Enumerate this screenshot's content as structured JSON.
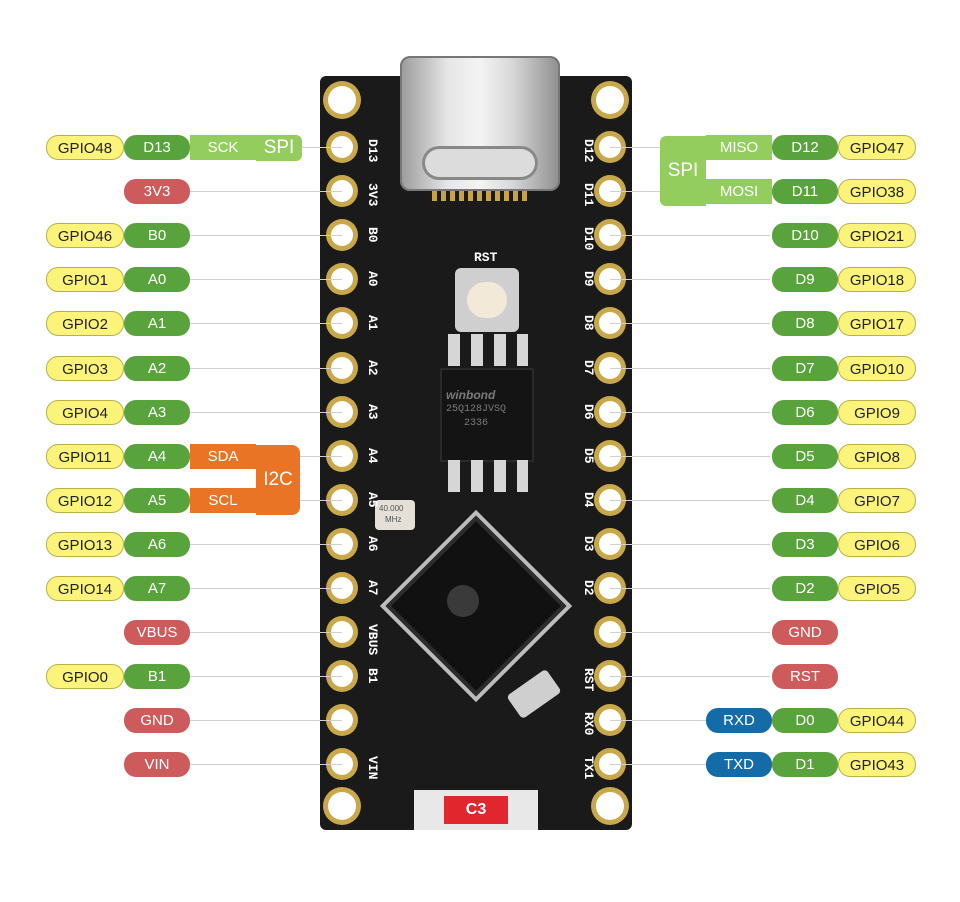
{
  "colors": {
    "gpio": "#fbf37a",
    "digital": "#58a33b",
    "analog": "#58a33b",
    "power": "#cd5b5b",
    "i2c": "#ea7426",
    "spi": "#93cd5e",
    "uart": "#136ba7",
    "pcb": "#1a1a1a",
    "pad": "#c8a84a"
  },
  "board": {
    "chip_label": "C3",
    "reset_label": "RST",
    "flash_brand": "winbond",
    "flash_part": "25Q128JVSQ",
    "flash_code": "2336",
    "crystal_label": "40.000",
    "crystal_unit": "MHz"
  },
  "groups": {
    "left_spi": "SPI",
    "right_spi": "SPI",
    "i2c": "I2C"
  },
  "left_pins": [
    {
      "silk": "D13",
      "labels": [
        {
          "text": "GPIO48",
          "kind": "gpio"
        },
        {
          "text": "D13",
          "kind": "digital"
        },
        {
          "text": "SCK",
          "kind": "spi"
        }
      ]
    },
    {
      "silk": "3V3",
      "labels": [
        {
          "text": "3V3",
          "kind": "power"
        }
      ]
    },
    {
      "silk": "B0",
      "labels": [
        {
          "text": "GPIO46",
          "kind": "gpio"
        },
        {
          "text": "B0",
          "kind": "digital"
        }
      ]
    },
    {
      "silk": "A0",
      "labels": [
        {
          "text": "GPIO1",
          "kind": "gpio"
        },
        {
          "text": "A0",
          "kind": "analog"
        }
      ]
    },
    {
      "silk": "A1",
      "labels": [
        {
          "text": "GPIO2",
          "kind": "gpio"
        },
        {
          "text": "A1",
          "kind": "analog"
        }
      ]
    },
    {
      "silk": "A2",
      "labels": [
        {
          "text": "GPIO3",
          "kind": "gpio"
        },
        {
          "text": "A2",
          "kind": "analog"
        }
      ]
    },
    {
      "silk": "A3",
      "labels": [
        {
          "text": "GPIO4",
          "kind": "gpio"
        },
        {
          "text": "A3",
          "kind": "analog"
        }
      ]
    },
    {
      "silk": "A4",
      "labels": [
        {
          "text": "GPIO11",
          "kind": "gpio"
        },
        {
          "text": "A4",
          "kind": "analog"
        },
        {
          "text": "SDA",
          "kind": "i2c"
        }
      ]
    },
    {
      "silk": "A5",
      "labels": [
        {
          "text": "GPIO12",
          "kind": "gpio"
        },
        {
          "text": "A5",
          "kind": "analog"
        },
        {
          "text": "SCL",
          "kind": "i2c"
        }
      ]
    },
    {
      "silk": "A6",
      "labels": [
        {
          "text": "GPIO13",
          "kind": "gpio"
        },
        {
          "text": "A6",
          "kind": "analog"
        }
      ]
    },
    {
      "silk": "A7",
      "labels": [
        {
          "text": "GPIO14",
          "kind": "gpio"
        },
        {
          "text": "A7",
          "kind": "analog"
        }
      ]
    },
    {
      "silk": "VBUS",
      "labels": [
        {
          "text": "VBUS",
          "kind": "power"
        }
      ]
    },
    {
      "silk": "B1",
      "labels": [
        {
          "text": "GPIO0",
          "kind": "gpio"
        },
        {
          "text": "B1",
          "kind": "digital"
        }
      ]
    },
    {
      "silk": "",
      "labels": [
        {
          "text": "GND",
          "kind": "power"
        }
      ]
    },
    {
      "silk": "VIN",
      "labels": [
        {
          "text": "VIN",
          "kind": "power"
        }
      ]
    }
  ],
  "right_pins": [
    {
      "silk": "D12",
      "labels": [
        {
          "text": "MISO",
          "kind": "spi"
        },
        {
          "text": "D12",
          "kind": "digital"
        },
        {
          "text": "GPIO47",
          "kind": "gpio"
        }
      ]
    },
    {
      "silk": "D11",
      "labels": [
        {
          "text": "MOSI",
          "kind": "spi"
        },
        {
          "text": "D11",
          "kind": "digital"
        },
        {
          "text": "GPIO38",
          "kind": "gpio"
        }
      ]
    },
    {
      "silk": "D10",
      "labels": [
        {
          "text": "D10",
          "kind": "digital"
        },
        {
          "text": "GPIO21",
          "kind": "gpio"
        }
      ]
    },
    {
      "silk": "D9",
      "labels": [
        {
          "text": "D9",
          "kind": "digital"
        },
        {
          "text": "GPIO18",
          "kind": "gpio"
        }
      ]
    },
    {
      "silk": "D8",
      "labels": [
        {
          "text": "D8",
          "kind": "digital"
        },
        {
          "text": "GPIO17",
          "kind": "gpio"
        }
      ]
    },
    {
      "silk": "D7",
      "labels": [
        {
          "text": "D7",
          "kind": "digital"
        },
        {
          "text": "GPIO10",
          "kind": "gpio"
        }
      ]
    },
    {
      "silk": "D6",
      "labels": [
        {
          "text": "D6",
          "kind": "digital"
        },
        {
          "text": "GPIO9",
          "kind": "gpio"
        }
      ]
    },
    {
      "silk": "D5",
      "labels": [
        {
          "text": "D5",
          "kind": "digital"
        },
        {
          "text": "GPIO8",
          "kind": "gpio"
        }
      ]
    },
    {
      "silk": "D4",
      "labels": [
        {
          "text": "D4",
          "kind": "digital"
        },
        {
          "text": "GPIO7",
          "kind": "gpio"
        }
      ]
    },
    {
      "silk": "D3",
      "labels": [
        {
          "text": "D3",
          "kind": "digital"
        },
        {
          "text": "GPIO6",
          "kind": "gpio"
        }
      ]
    },
    {
      "silk": "D2",
      "labels": [
        {
          "text": "D2",
          "kind": "digital"
        },
        {
          "text": "GPIO5",
          "kind": "gpio"
        }
      ]
    },
    {
      "silk": "",
      "labels": [
        {
          "text": "GND",
          "kind": "power"
        }
      ]
    },
    {
      "silk": "RST",
      "labels": [
        {
          "text": "RST",
          "kind": "power"
        }
      ]
    },
    {
      "silk": "RX0",
      "labels": [
        {
          "text": "RXD",
          "kind": "uart"
        },
        {
          "text": "D0",
          "kind": "digital"
        },
        {
          "text": "GPIO44",
          "kind": "gpio"
        }
      ]
    },
    {
      "silk": "TX1",
      "labels": [
        {
          "text": "TXD",
          "kind": "uart"
        },
        {
          "text": "D1",
          "kind": "digital"
        },
        {
          "text": "GPIO43",
          "kind": "gpio"
        }
      ]
    }
  ]
}
